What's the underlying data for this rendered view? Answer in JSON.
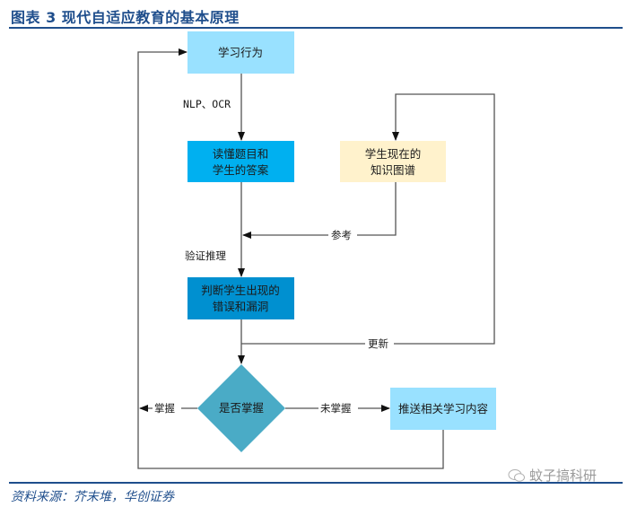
{
  "header": {
    "title": "图表 3 现代自适应教育的基本原理"
  },
  "nodes": {
    "learning_behavior": {
      "label": "学习行为",
      "color": "#99e1ff"
    },
    "understand": {
      "line1": "读懂题目和",
      "line2": "学生的答案",
      "color": "#00b0f0"
    },
    "knowledge_graph": {
      "line1": "学生现在的",
      "line2": "知识图谱",
      "color": "#fff2cc"
    },
    "judge": {
      "line1": "判断学生出现的",
      "line2": "错误和漏洞",
      "color": "#0090d0"
    },
    "decision": {
      "label": "是否掌握",
      "color": "#4aabc6"
    },
    "push_content": {
      "label": "推送相关学习内容",
      "color": "#99e1ff"
    }
  },
  "edges": {
    "nlp_ocr": "NLP、OCR",
    "reference": "参考",
    "verify": "验证推理",
    "update": "更新",
    "mastered": "掌握",
    "not_mastered": "未掌握"
  },
  "footer": {
    "source": "资料来源：芥末堆，华创证券",
    "watermark": "蚊子搞科研"
  },
  "colors": {
    "accent": "#1f4e8c",
    "line": "#555555"
  }
}
